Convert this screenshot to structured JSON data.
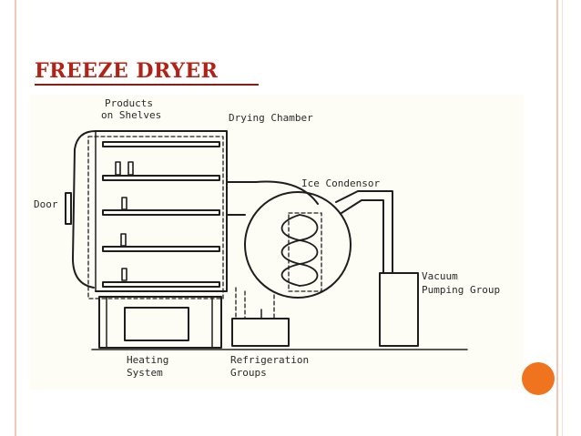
{
  "slide": {
    "title": "FREEZE DRYER",
    "colors": {
      "title": "#b02418",
      "accent_dot": "#f0741e",
      "frame": "#f2c7b6"
    }
  },
  "diagram": {
    "labels": {
      "products_line1": "Products",
      "products_line2": "on Shelves",
      "drying_chamber": "Drying Chamber",
      "ice_condensor": "Ice Condensor",
      "door": "Door",
      "vacuum_line1": "Vacuum",
      "vacuum_line2": "Pumping Group",
      "heating_line1": "Heating",
      "heating_line2": "System",
      "refrigeration_line1": "Refrigeration",
      "refrigeration_line2": "Groups"
    }
  }
}
